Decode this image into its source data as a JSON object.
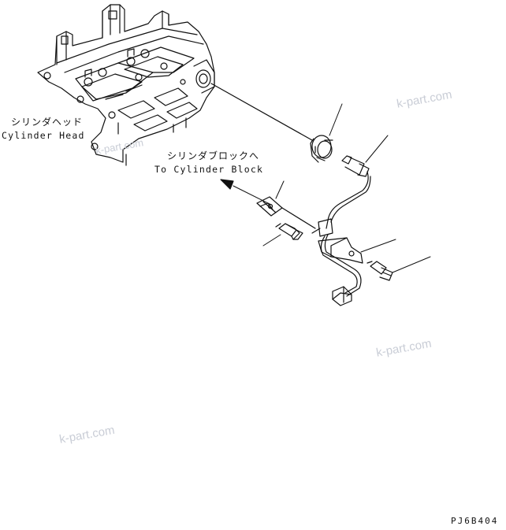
{
  "labels": {
    "cylinder_head_jp": "シリンダヘッド",
    "cylinder_head_en": "Cylinder Head",
    "cylinder_block_jp": "シリンダブロックへ",
    "cylinder_block_en": "To Cylinder Block"
  },
  "watermarks": [
    "k-part.com",
    "k-part.com",
    "k-part.com",
    "k-part.com"
  ],
  "drawing_code": "PJ6B404",
  "colors": {
    "line": "#111111",
    "watermark": "#c9cdd6",
    "background": "#ffffff"
  }
}
